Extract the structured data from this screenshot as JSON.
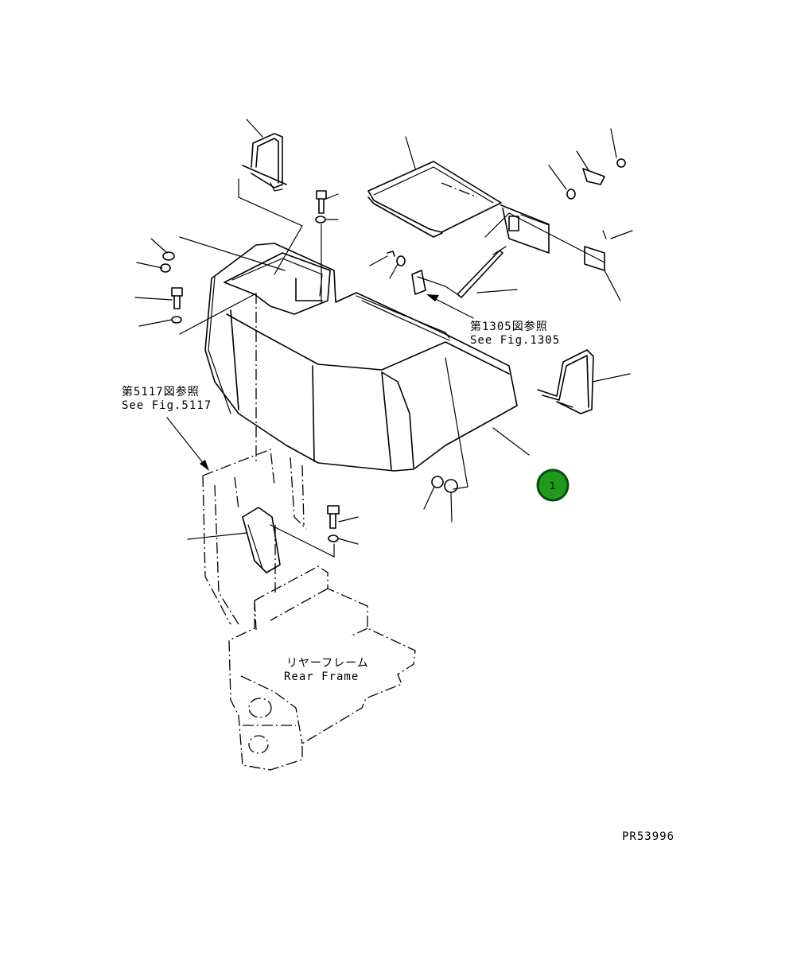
{
  "references": {
    "fig1305": {
      "jp": "第1305図参照",
      "en": "See Fig.1305"
    },
    "fig5117": {
      "jp": "第5117図参照",
      "en": "See Fig.5117"
    }
  },
  "rear_frame": {
    "jp": "リヤーフレーム",
    "en": "Rear Frame"
  },
  "callout": {
    "number": "1",
    "color": "#1f9a1f",
    "ring": "#0b4d0b"
  },
  "drawing_code": "PR53996"
}
